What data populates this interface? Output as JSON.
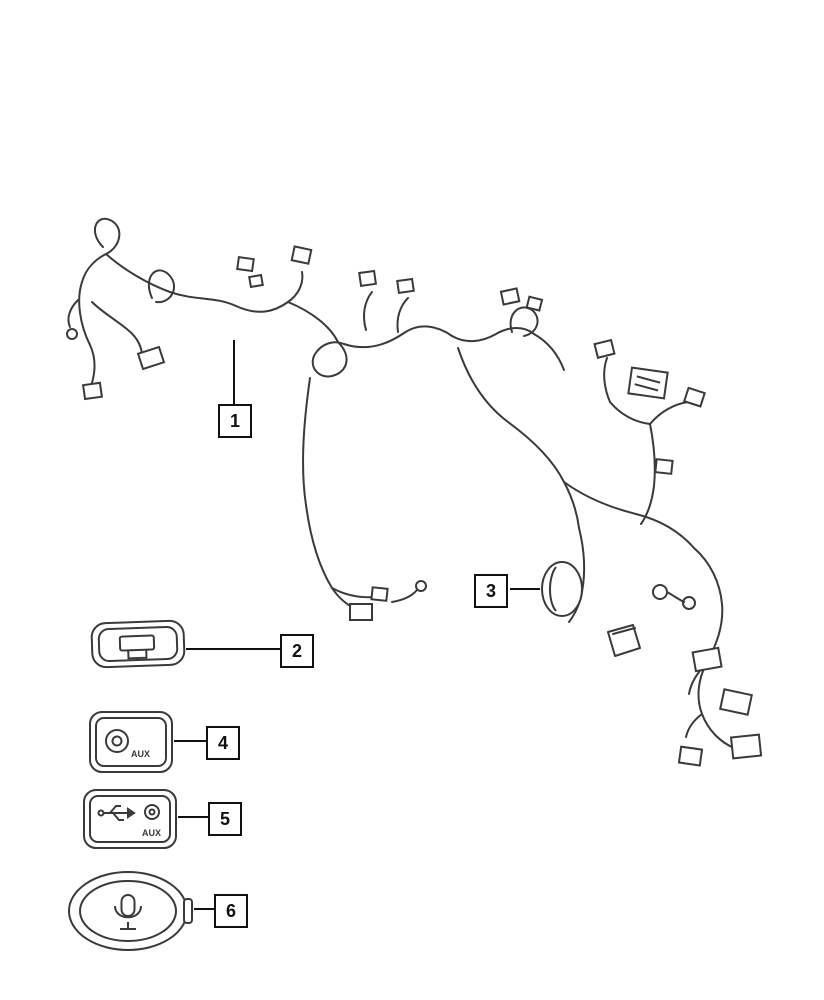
{
  "colors": {
    "background": "#ffffff",
    "line": "#3a3a3a",
    "callout_border": "#111111"
  },
  "callouts": [
    {
      "label": "1"
    },
    {
      "label": "2"
    },
    {
      "label": "3"
    },
    {
      "label": "4"
    },
    {
      "label": "5"
    },
    {
      "label": "6"
    }
  ],
  "parts": {
    "aux_port_label": "AUX",
    "media_hub_label": "AUX"
  },
  "icons": {
    "aux_jack": "aux-jack-icon",
    "usb": "usb-trident-icon",
    "microphone": "microphone-icon"
  }
}
